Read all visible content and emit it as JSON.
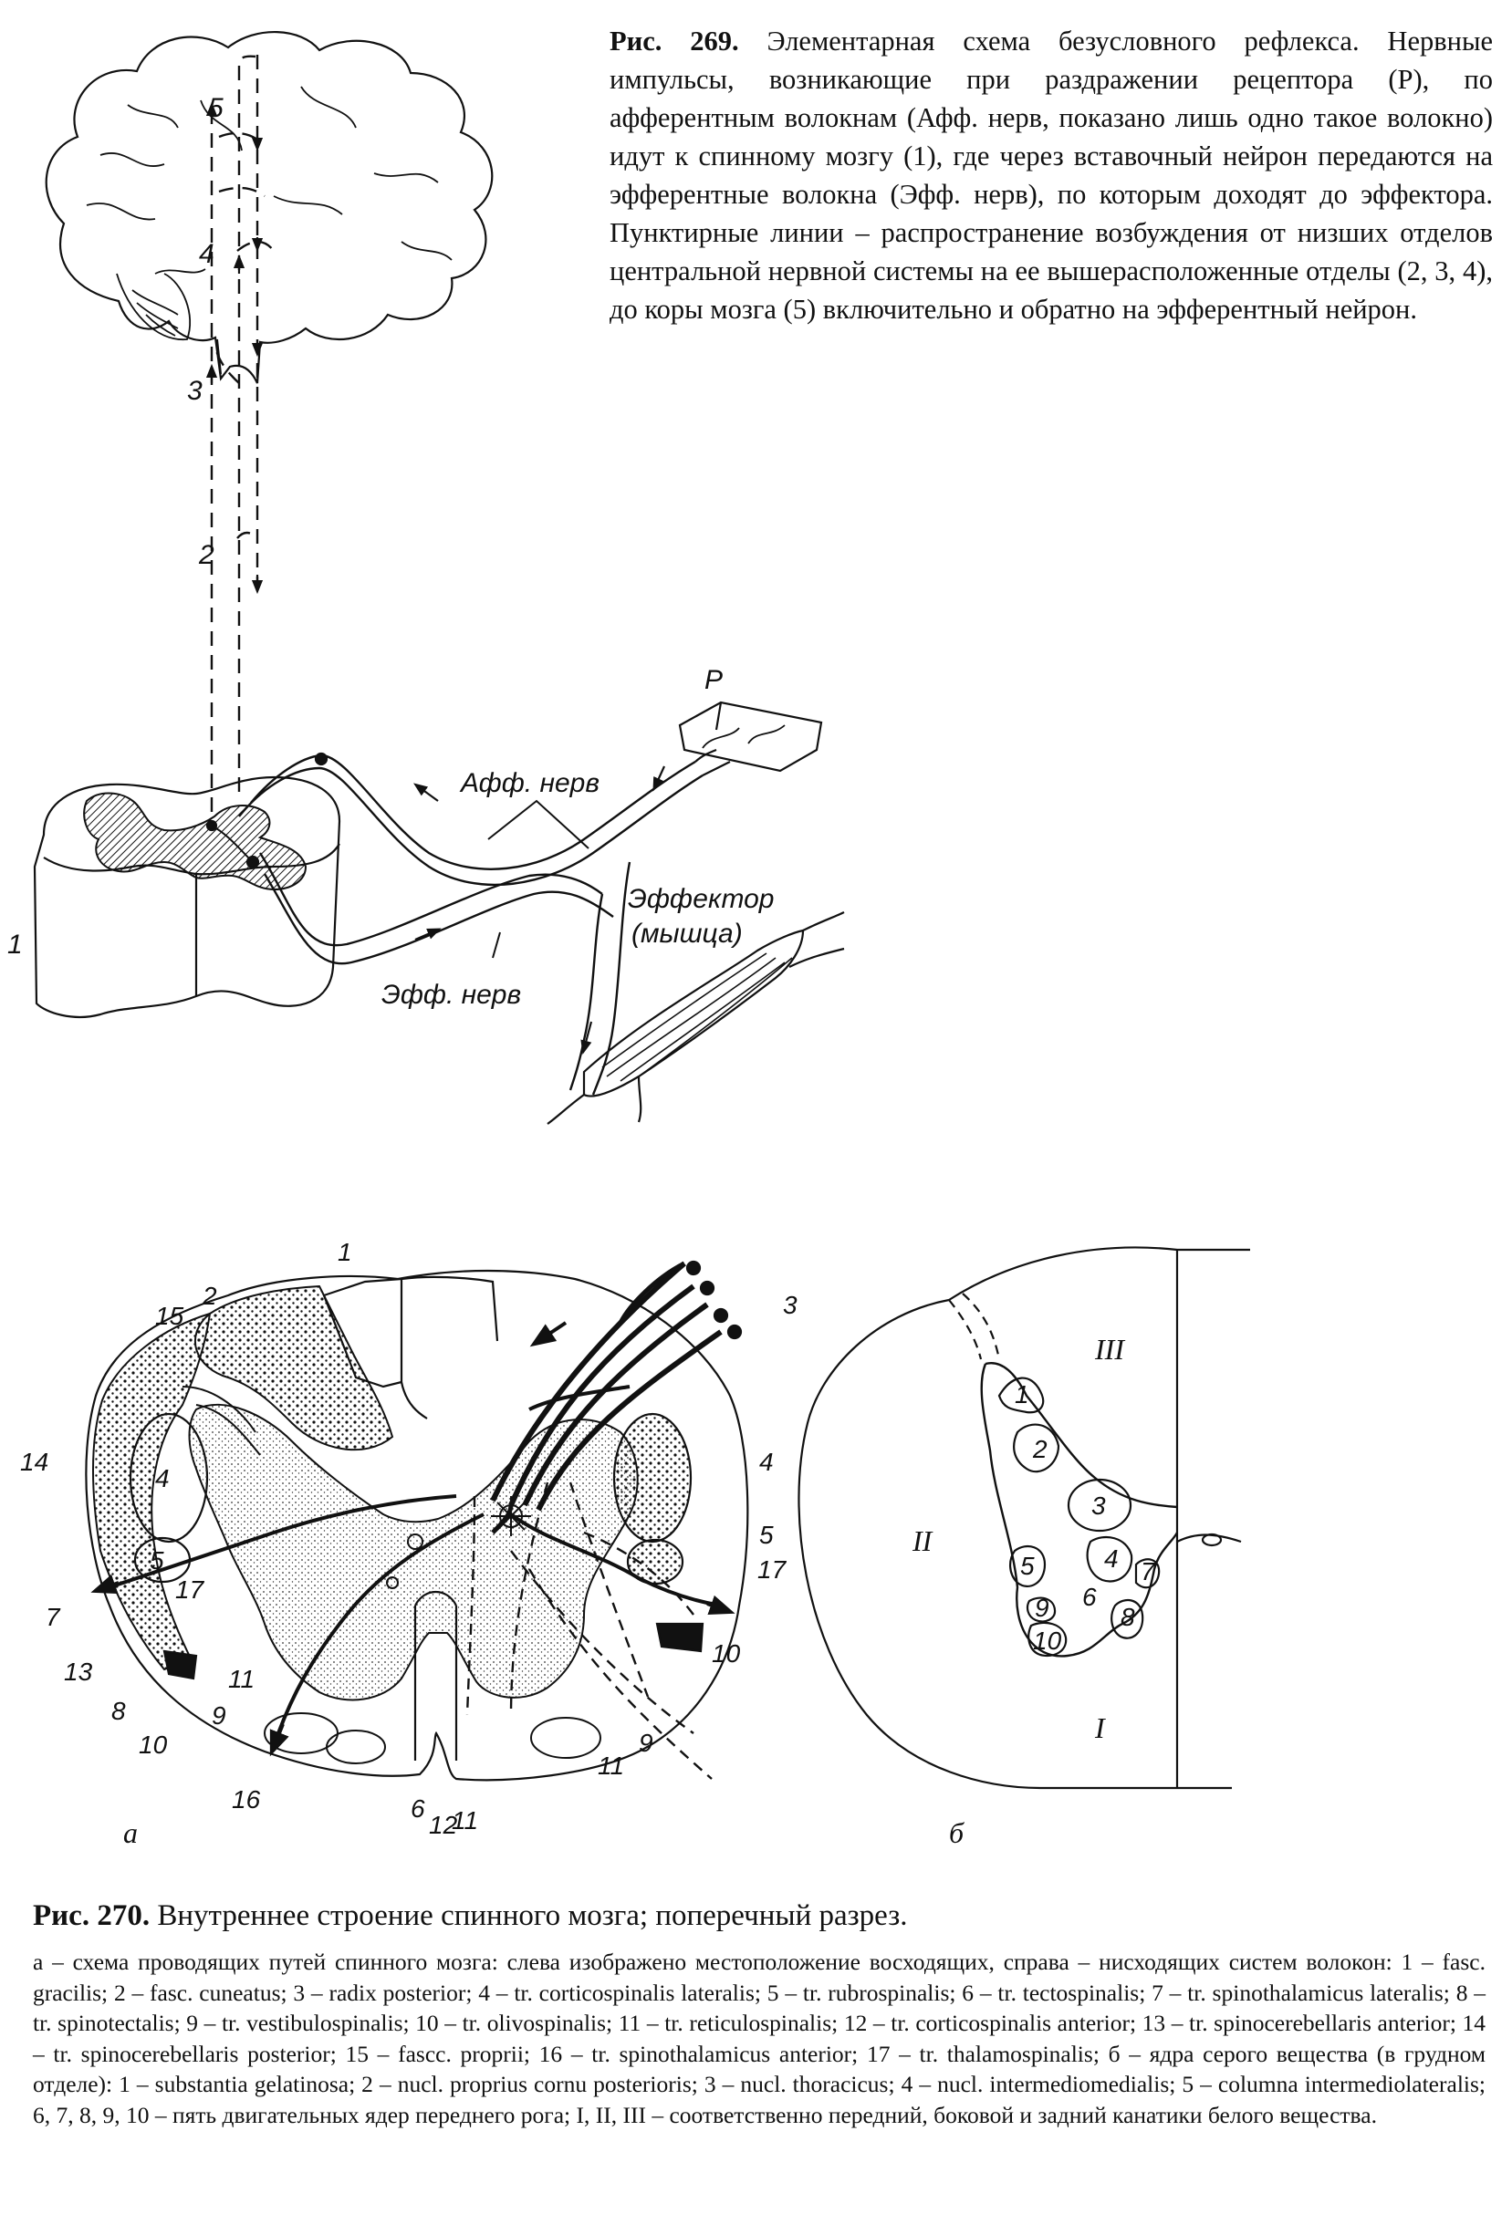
{
  "fig269": {
    "caption_label": "Рис. 269.",
    "caption_text": "Элементарная схема безусловного рефлекса. Нервные импульсы, возникающие при раздражении рецептора (Р), по афферентным волокнам (Афф. нерв, показано лишь одно такое волокно) идут к спинному мозгу (1), где через вставочный нейрон передаются на эфферентные волокна (Эфф. нерв), по которым доходят до эффектора. Пунктирные линии – распространение возбуждения от низших отделов центральной нервной системы на ее вышерасположенные отделы (2, 3, 4), до коры мозга (5) включительно и обратно на эфферентный нейрон.",
    "labels": {
      "l1": "1",
      "l2": "2",
      "l3": "3",
      "l4": "4",
      "l5": "5",
      "receptor": "Р",
      "aff": "Афф. нерв",
      "eff": "Эфф. нерв",
      "effector_1": "Эффектор",
      "effector_2": "(мышца)"
    }
  },
  "fig270": {
    "caption_label": "Рис. 270.",
    "caption_text": "Внутреннее строение спинного мозга; поперечный разрез.",
    "legend": "а – схема проводящих путей спинного мозга: слева изображено местоположение восходящих, справа – нисходящих систем волокон: 1 – fasc. gracilis; 2 – fasc. cuneatus; 3 – radix posterior; 4 – tr. corticospinalis lateralis; 5 – tr. rubrospinalis; 6 – tr. tectospinalis; 7 – tr. spinothalamicus lateralis; 8 – tr. spinotectalis; 9 – tr. vestibulospinalis; 10 – tr. olivospinalis; 11 – tr. reticulospinalis; 12 – tr. corticospinalis anterior; 13 – tr. spinocerebellaris anterior; 14 – tr. spinocerebellaris posterior; 15 – fascc. proprii; 16 – tr. spinothalamicus anterior; 17 – tr. thalamospinalis; б – ядра серого вещества (в грудном отделе): 1 – substantia gelatinosa; 2 – nucl. proprius cornu posterioris; 3 – nucl. thoracicus; 4 – nucl. intermediomedialis; 5 – columna intermediolateralis; 6, 7, 8, 9, 10 – пять двигательных ядер переднего рога; I, II, III – соответственно передний, боковой и задний канатики белого вещества.",
    "panel_a": "а",
    "panel_b": "б",
    "labels_a": {
      "n1": "1",
      "n2": "2",
      "n3": "3",
      "n4l": "4",
      "n4r": "4",
      "n5l": "5",
      "n5r": "5",
      "n6": "6",
      "n7": "7",
      "n8": "8",
      "n9l": "9",
      "n9r": "9",
      "n10l": "10",
      "n10r": "10",
      "n11a": "11",
      "n11b": "11",
      "n11c": "11",
      "n12": "12",
      "n13": "13",
      "n14": "14",
      "n15": "15",
      "n16": "16",
      "n17l": "17",
      "n17r": "17"
    },
    "labels_b": {
      "c1": "1",
      "c2": "2",
      "c3": "3",
      "c4": "4",
      "c5": "5",
      "c6": "6",
      "c7": "7",
      "c8": "8",
      "c9": "9",
      "c10": "10",
      "f1": "I",
      "f2": "II",
      "f3": "III"
    }
  }
}
